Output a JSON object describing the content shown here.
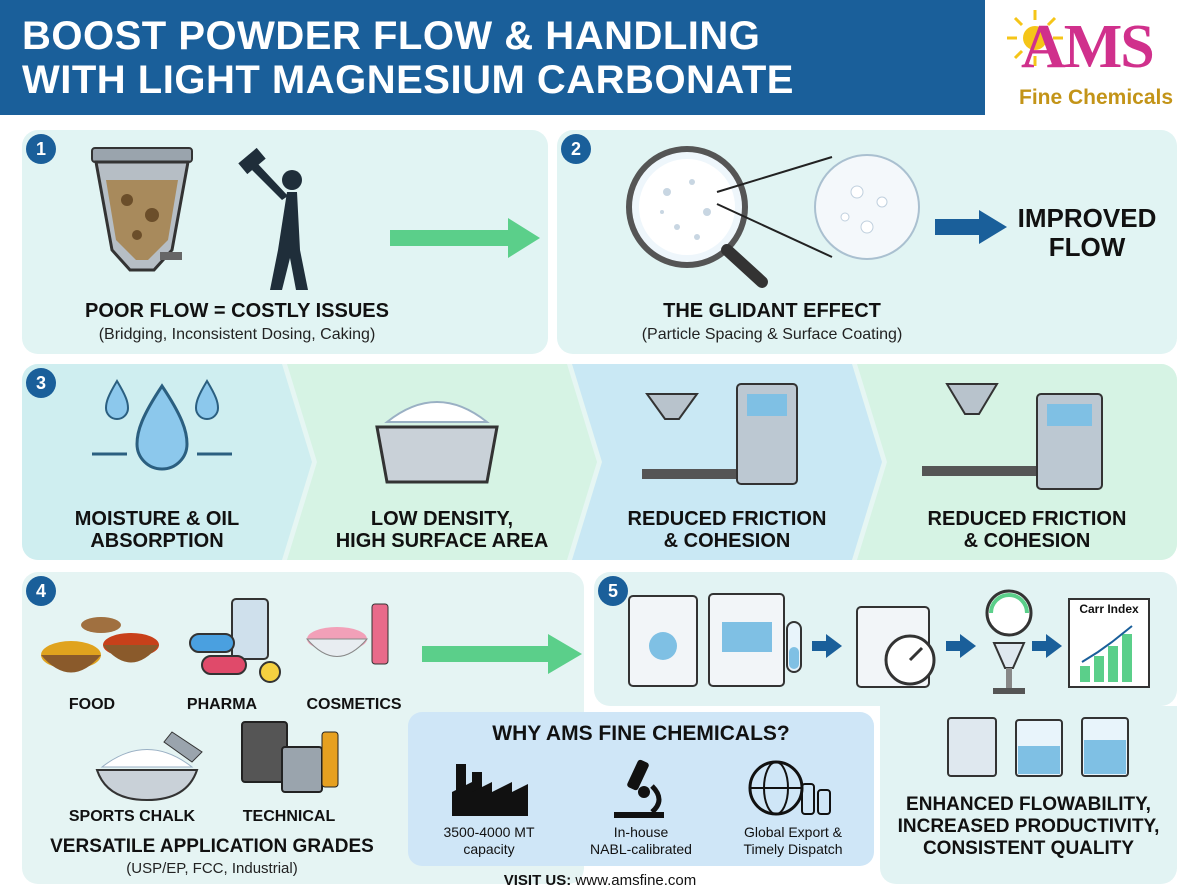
{
  "header": {
    "title_line1": "BOOST POWDER FLOW & HANDLING",
    "title_line2": "WITH LIGHT MAGNESIUM CARBONATE"
  },
  "logo": {
    "brand": "AMS",
    "tagline": "Fine Chemicals"
  },
  "step1": {
    "number": "1",
    "title": "POOR FLOW = COSTLY ISSUES",
    "subtitle": "(Bridging, Inconsistent Dosing, Caking)"
  },
  "step2": {
    "number": "2",
    "title": "THE GLIDANT EFFECT",
    "subtitle": "(Particle Spacing & Surface Coating)",
    "result_line1": "IMPROVED",
    "result_line2": "FLOW"
  },
  "step3": {
    "number": "3",
    "items": [
      {
        "line1": "MOISTURE & OIL",
        "line2": "ABSORPTION"
      },
      {
        "line1": "LOW DENSITY,",
        "line2": "HIGH SURFACE AREA"
      },
      {
        "line1": "REDUCED FRICTION",
        "line2": "& COHESION"
      },
      {
        "line1": "REDUCED FRICTION",
        "line2": "& COHESION"
      }
    ]
  },
  "step4": {
    "number": "4",
    "grades": [
      "FOOD",
      "PHARMA",
      "COSMETICS",
      "SPORTS CHALK",
      "TECHNICAL"
    ],
    "title": "VERSATILE APPLICATION GRADES",
    "subtitle": "(USP/EP, FCC, Industrial)"
  },
  "step5": {
    "number": "5",
    "chart_label": "Carr Index",
    "result_line1": "ENHANCED FLOWABILITY,",
    "result_line2": "INCREASED PRODUCTIVITY,",
    "result_line3": "CONSISTENT QUALITY"
  },
  "why": {
    "title": "WHY AMS FINE CHEMICALS?",
    "items": [
      {
        "line1": "3500-4000 MT",
        "line2": "capacity",
        "icon": "factory-icon"
      },
      {
        "line1": "In-house",
        "line2": "NABL-calibrated",
        "icon": "microscope-icon"
      },
      {
        "line1": "Global Export &",
        "line2": "Timely Dispatch",
        "icon": "globe-icon"
      }
    ]
  },
  "footer": {
    "label": "VISIT US:",
    "url": "www.amsfine.com"
  },
  "colors": {
    "header": "#1a5f9a",
    "accent_green": "#5bcf8a",
    "accent_blue": "#1a5f9a",
    "magenta": "#d0308c",
    "gold": "#c39418"
  }
}
